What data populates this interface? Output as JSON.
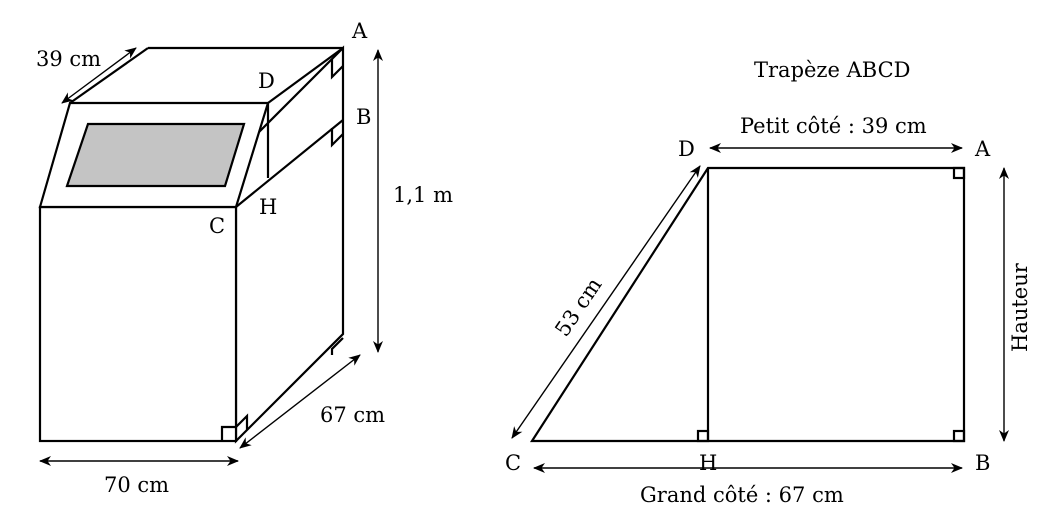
{
  "left_figure": {
    "labels": {
      "A": "A",
      "B": "B",
      "C": "C",
      "D": "D",
      "H": "H"
    },
    "dimensions": {
      "depth_top": "39 cm",
      "height": "1,1 m",
      "depth_bottom": "67 cm",
      "width": "70 cm"
    }
  },
  "right_figure": {
    "title": "Trapèze ABCD",
    "labels": {
      "A": "A",
      "B": "B",
      "C": "C",
      "D": "D",
      "H": "H"
    },
    "dimensions": {
      "top": "Petit côté : 39 cm",
      "bottom": "Grand côté : 67 cm",
      "slant": "53 cm",
      "height": "Hauteur"
    }
  }
}
